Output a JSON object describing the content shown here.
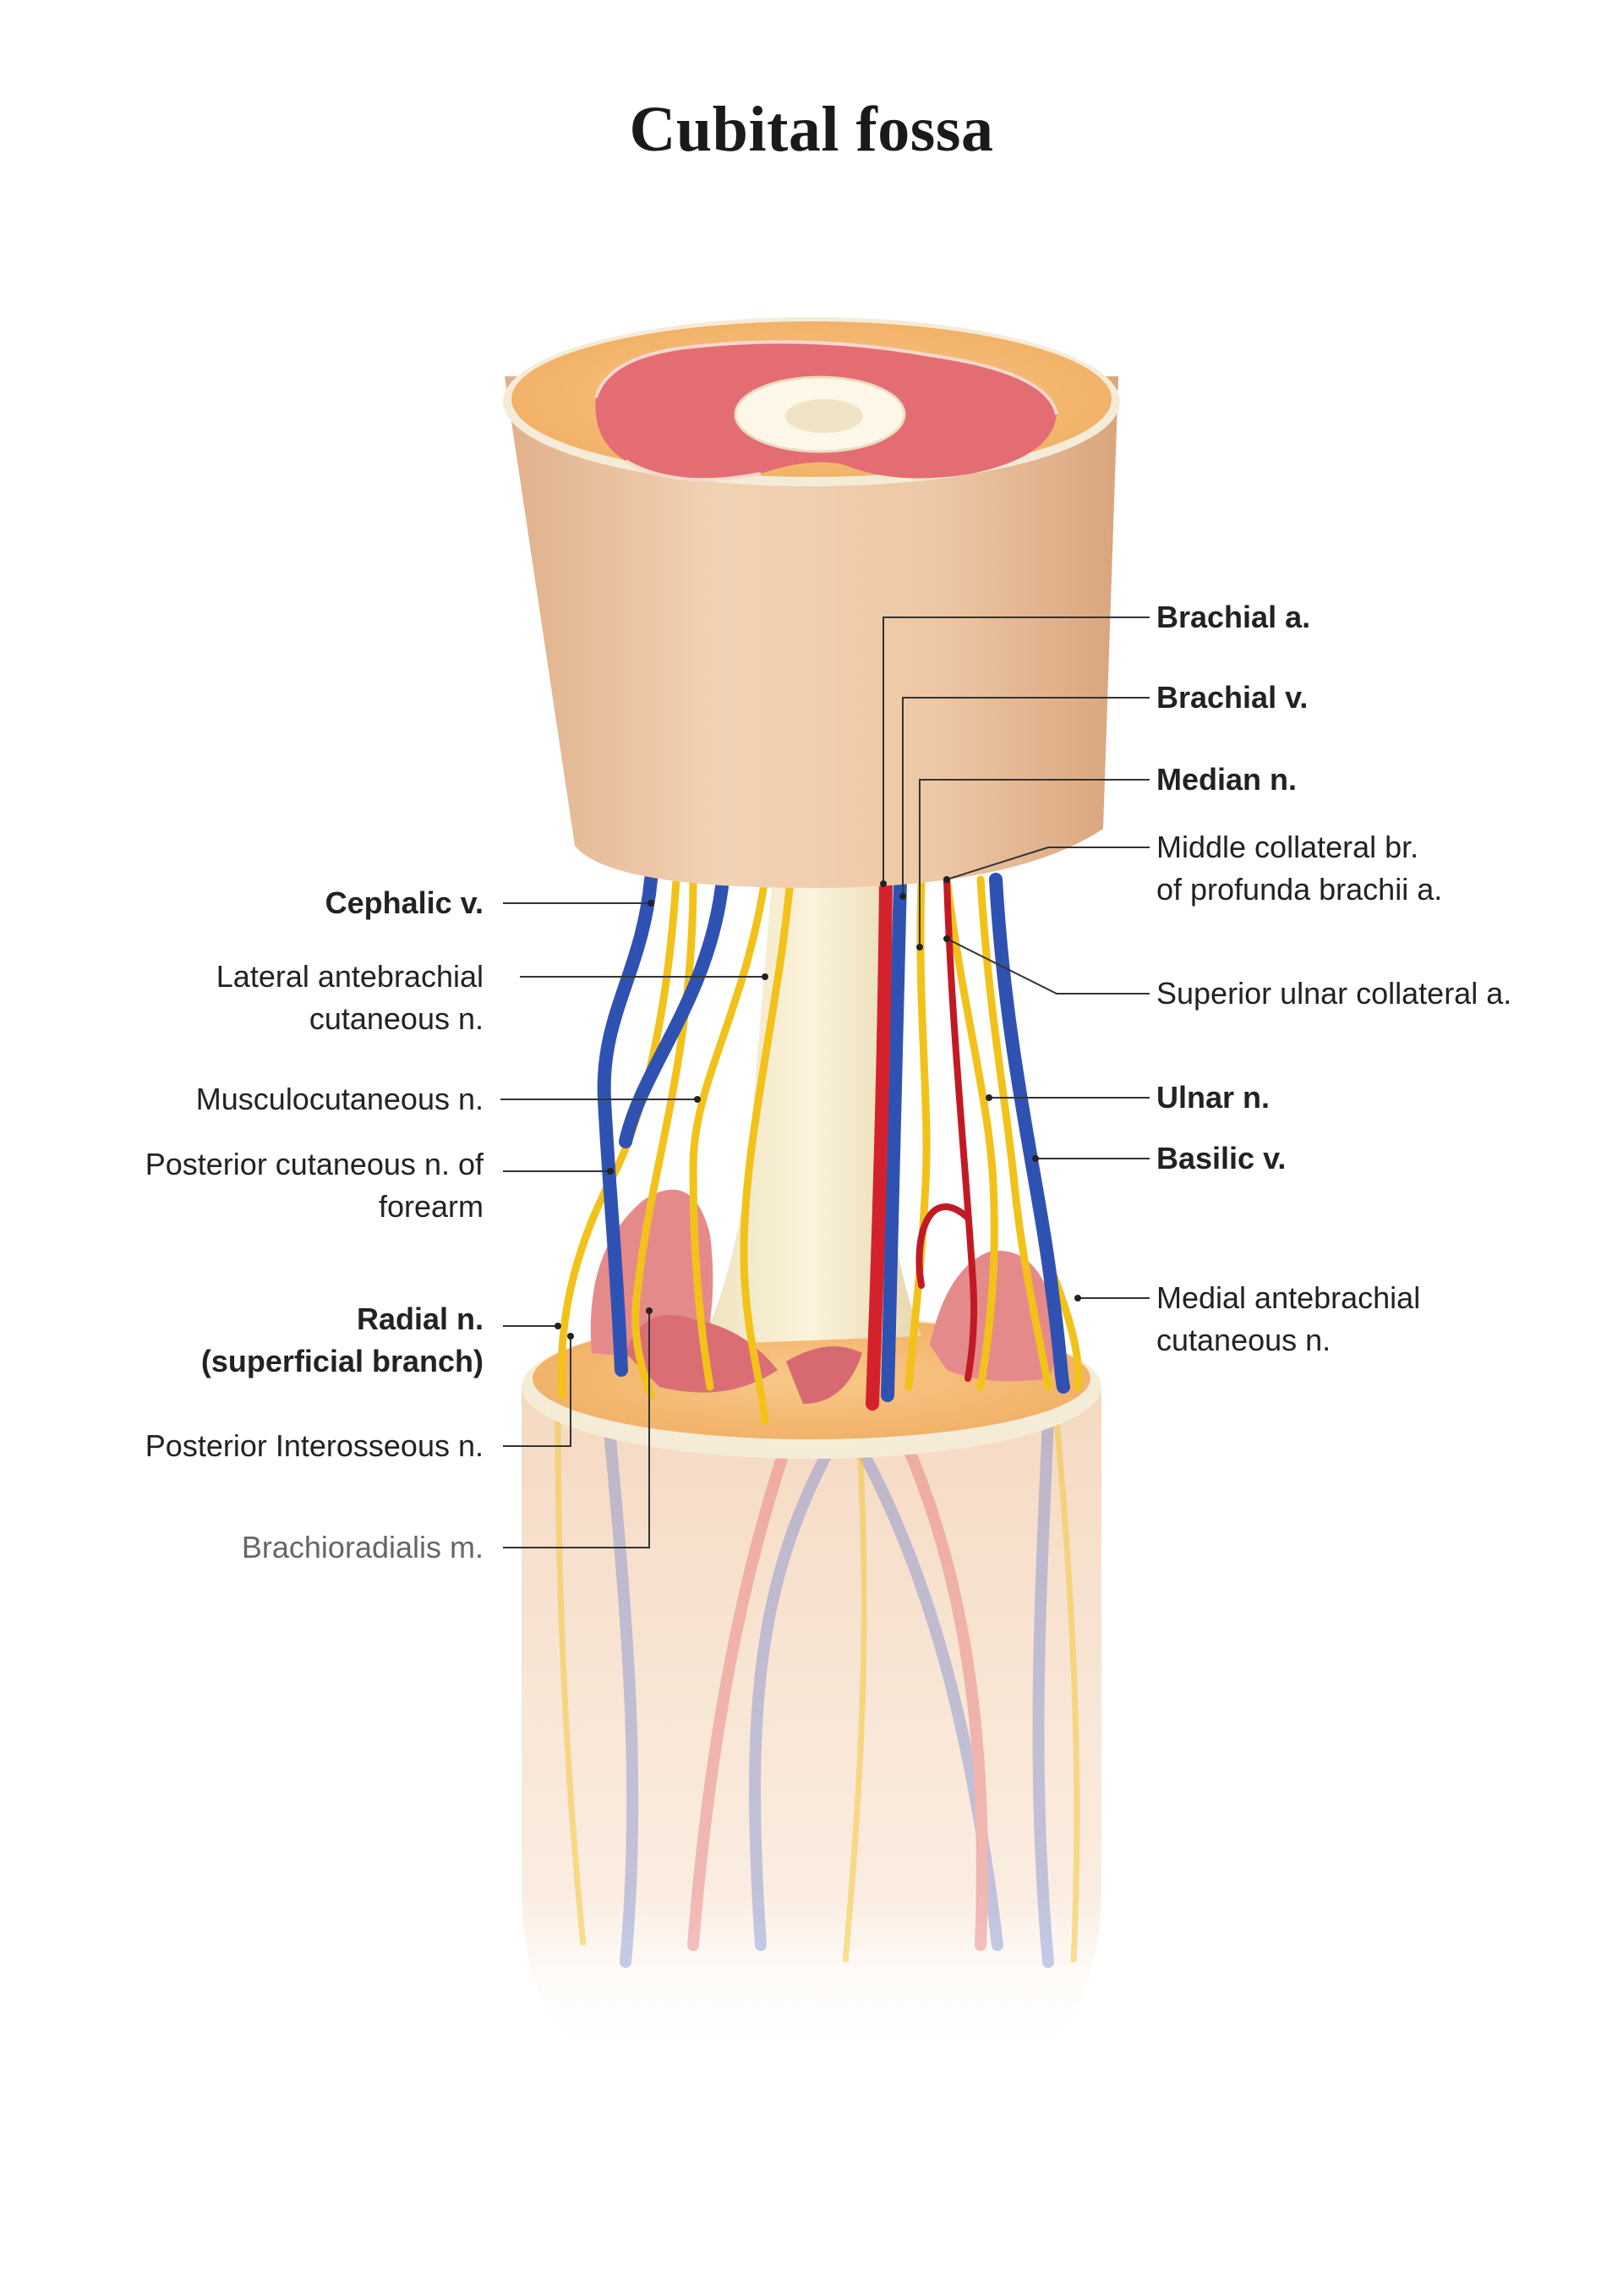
{
  "title": "Cubital fossa",
  "colors": {
    "skin": "#ebc4a0",
    "fat": "#f5be7a",
    "muscle": "#e27b80",
    "bone": "#fbf3dc",
    "artery": "#d4222c",
    "vein": "#2f52b2",
    "nerve": "#f2c21a"
  },
  "labels": {
    "right": {
      "brachial_a": "Brachial a.",
      "brachial_v": "Brachial v.",
      "median_n": "Median n.",
      "middle_collateral_1": "Middle collateral br.",
      "middle_collateral_2": "of profunda brachii a.",
      "superior_ulnar": "Superior ulnar collateral a.",
      "ulnar_n": "Ulnar n.",
      "basilic_v": "Basilic v.",
      "medial_antebrachial_1": "Medial antebrachial",
      "medial_antebrachial_2": "cutaneous n."
    },
    "left": {
      "cephalic_v": "Cephalic v.",
      "lateral_antebrachial_1": "Lateral antebrachial",
      "lateral_antebrachial_2": "cutaneous n.",
      "musculocutaneous": "Musculocutaneous n.",
      "posterior_cutaneous_1": "Posterior cutaneous n. of",
      "posterior_cutaneous_2": "forearm",
      "radial_1": "Radial n.",
      "radial_2": "(superficial branch)",
      "posterior_interosseous": "Posterior Interosseous n.",
      "brachioradialis": "Brachioradialis m."
    }
  }
}
